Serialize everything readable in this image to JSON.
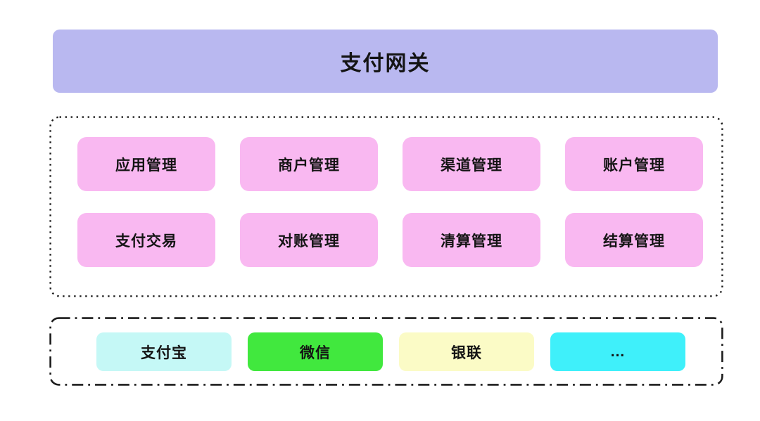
{
  "colors": {
    "gateway_bg": "#b9b8f0",
    "module_bg": "#f9b8f1",
    "alipay_bg": "#c5f8f6",
    "wechat_bg": "#41e83e",
    "unionpay_bg": "#fbfbc6",
    "more_bg": "#3ff0fa",
    "text": "#141414",
    "border": "#1c1c1c",
    "canvas_bg": "#ffffff"
  },
  "gateway": {
    "label": "支付网关"
  },
  "modules": [
    {
      "label": "应用管理"
    },
    {
      "label": "商户管理"
    },
    {
      "label": "渠道管理"
    },
    {
      "label": "账户管理"
    },
    {
      "label": "支付交易"
    },
    {
      "label": "对账管理"
    },
    {
      "label": "清算管理"
    },
    {
      "label": "结算管理"
    }
  ],
  "channels": [
    {
      "label": "支付宝",
      "bg": "#c5f8f6"
    },
    {
      "label": "微信",
      "bg": "#41e83e"
    },
    {
      "label": "银联",
      "bg": "#fbfbc6"
    },
    {
      "label": "...",
      "bg": "#3ff0fa"
    }
  ]
}
